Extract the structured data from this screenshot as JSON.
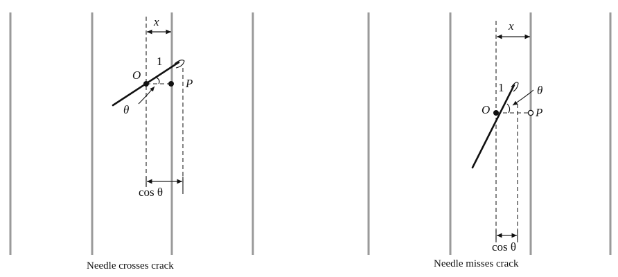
{
  "left_panel": {
    "caption": "Needle crosses crack",
    "label_x": "x",
    "label_one": "1",
    "label_o": "O",
    "label_p": "P",
    "label_theta": "θ",
    "label_cos": "cos θ"
  },
  "right_panel": {
    "caption": "Needle misses crack",
    "label_x": "x",
    "label_one": "1",
    "label_o": "O",
    "label_p": "P",
    "label_theta": "θ",
    "label_cos": "cos θ"
  },
  "colors": {
    "crack": "#9a9a9a",
    "ink": "#111111"
  }
}
